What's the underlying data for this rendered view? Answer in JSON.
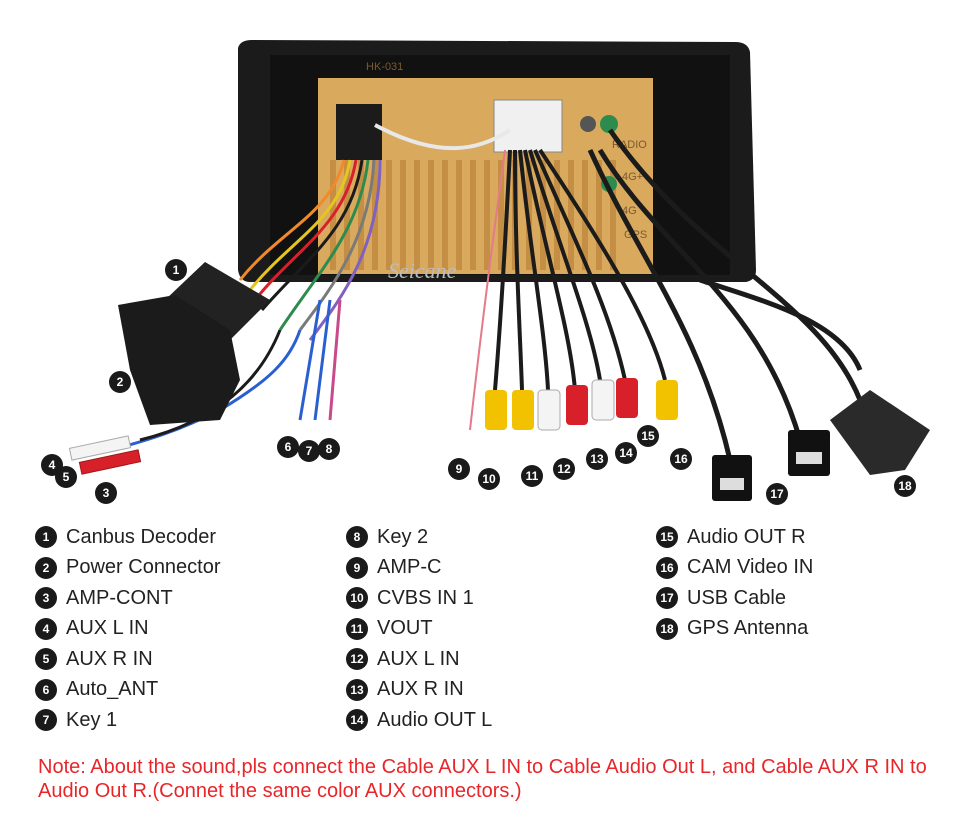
{
  "diagram": {
    "plate_labels": {
      "model": "HK-031",
      "radio": "RADIO",
      "fourg": "4G+",
      "fourg2": "4G",
      "gps": "GPS",
      "watermark": "Seicane"
    },
    "callouts": [
      "1",
      "2",
      "3",
      "4",
      "5",
      "6",
      "7",
      "8",
      "9",
      "10",
      "11",
      "12",
      "13",
      "14",
      "15",
      "16",
      "17",
      "18"
    ]
  },
  "legend": {
    "col1": [
      {
        "num": "1",
        "label": "Canbus Decoder"
      },
      {
        "num": "2",
        "label": "Power Connector"
      },
      {
        "num": "3",
        "label": "AMP-CONT"
      },
      {
        "num": "4",
        "label": "AUX L IN"
      },
      {
        "num": "5",
        "label": "AUX R IN"
      },
      {
        "num": "6",
        "label": "Auto_ANT"
      },
      {
        "num": "7",
        "label": "Key 1"
      }
    ],
    "col2": [
      {
        "num": "8",
        "label": "Key 2"
      },
      {
        "num": "9",
        "label": "AMP-C"
      },
      {
        "num": "10",
        "label": "CVBS IN 1"
      },
      {
        "num": "11",
        "label": "VOUT"
      },
      {
        "num": "12",
        "label": "AUX L IN"
      },
      {
        "num": "13",
        "label": "AUX R IN"
      },
      {
        "num": "14",
        "label": "Audio OUT L"
      }
    ],
    "col3": [
      {
        "num": "15",
        "label": "Audio OUT R"
      },
      {
        "num": "16",
        "label": "CAM Video IN"
      },
      {
        "num": "17",
        "label": "USB Cable"
      },
      {
        "num": "18",
        "label": "GPS Antenna"
      }
    ]
  },
  "note": "Note: About the sound,pls connect the Cable AUX L IN to Cable Audio Out L, and Cable AUX R IN to  Audio Out R.(Connet the same color AUX connectors.)",
  "colors": {
    "note_red": "#e8262a",
    "plate_gold": "#d9a95e",
    "frame_black": "#1b1b1b",
    "rca_yellow": "#f2c200",
    "rca_red": "#d8202a",
    "rca_white": "#f4f4f4"
  }
}
